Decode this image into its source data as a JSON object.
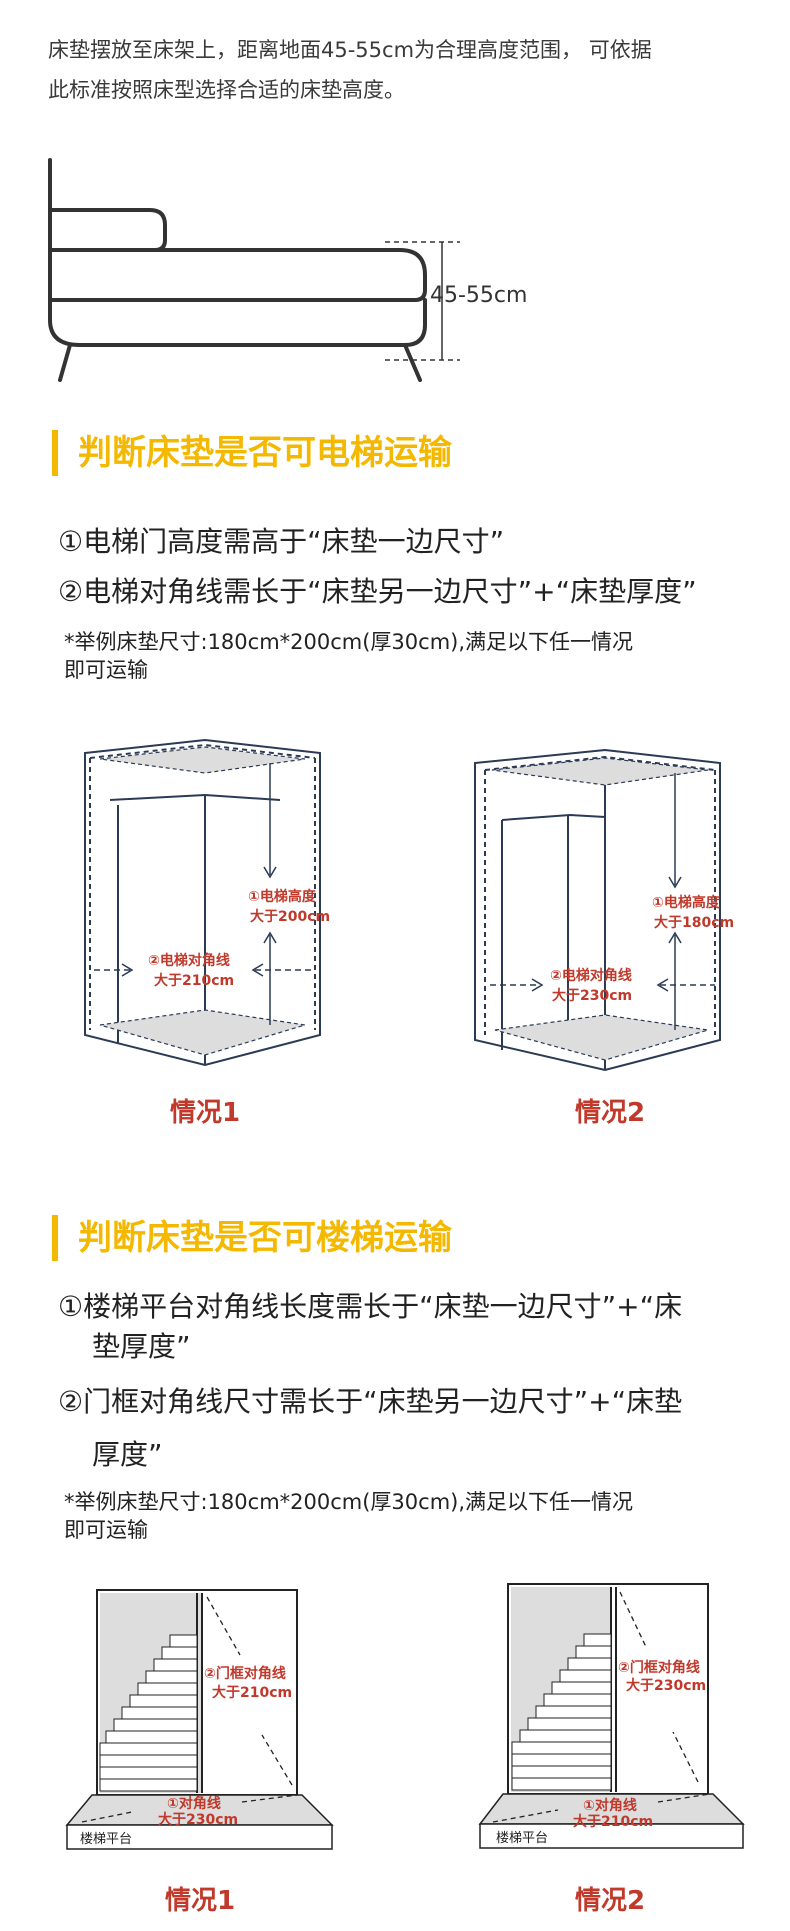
{
  "intro": {
    "line1": "床垫摆放至床架上，距离地面45-55cm为合理高度范围， 可依据",
    "line2": "此标准按照床型选择合适的床垫高度。"
  },
  "bed": {
    "height_label": "45-55cm"
  },
  "elevator": {
    "title": "判断床垫是否可电梯运输",
    "rule1": "①电梯门高度需高于“床垫一边尺寸”",
    "rule2": "②电梯对角线需长于“床垫另一边尺寸”+“床垫厚度”",
    "note_line1": "*举例床垫尺寸:180cm*200cm(厚30cm),满足以下任一情况",
    "note_line2": "即可运输",
    "case1": {
      "label_h1": "①电梯高度",
      "label_h2": "大于200cm",
      "label_d1": "②电梯对角线",
      "label_d2": "大于210cm",
      "caption": "情况1"
    },
    "case2": {
      "label_h1": "①电梯高度",
      "label_h2": "大于180cm",
      "label_d1": "②电梯对角线",
      "label_d2": "大于230cm",
      "caption": "情况2"
    }
  },
  "stairs": {
    "title": "判断床垫是否可楼梯运输",
    "rule1_a": "①楼梯平台对角线长度需长于“床垫一边尺寸”+“床",
    "rule1_b": "垫厚度”",
    "rule2_a": "②门框对角线尺寸需长于“床垫另一边尺寸”+“床垫",
    "rule2_b": "厚度”",
    "note_line1": "*举例床垫尺寸:180cm*200cm(厚30cm),满足以下任一情况",
    "note_line2": "即可运输",
    "case1": {
      "door1": "②门框对角线",
      "door2": "大于210cm",
      "plat1": "①对角线",
      "plat2": "大于230cm",
      "platform": "楼梯平台",
      "caption": "情况1"
    },
    "case2": {
      "door1": "②门框对角线",
      "door2": "大于230cm",
      "plat1": "①对角线",
      "plat2": "大于210cm",
      "platform": "楼梯平台",
      "caption": "情况2"
    }
  },
  "colors": {
    "accent": "#f5b800",
    "label_red": "#c0392b"
  }
}
